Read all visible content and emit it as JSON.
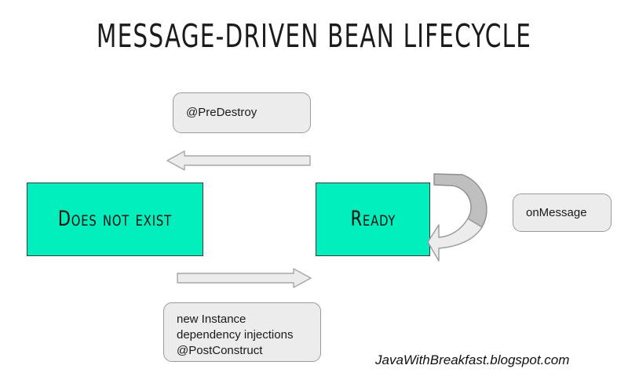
{
  "diagram": {
    "title": "MESSAGE-DRIVEN BEAN LIFECYCLE",
    "watermark": "JavaWithBreakfast.blogspot.com",
    "colors": {
      "state_fill": "#00efbd",
      "state_border": "#3a3a3a",
      "note_fill": "#ececec",
      "note_border": "#9a9a9a",
      "arrow_light_fill": "#ececec",
      "arrow_dark_fill": "#bfbfbf",
      "arrow_stroke": "#9a9a9a",
      "background": "#ffffff",
      "text": "#1a1a1a"
    },
    "states": [
      {
        "id": "does-not-exist",
        "label": "Does not exist"
      },
      {
        "id": "ready",
        "label": "Ready"
      }
    ],
    "notes": [
      {
        "id": "predestroy",
        "label": "@PreDestroy"
      },
      {
        "id": "onmessage",
        "label": "onMessage"
      },
      {
        "id": "new-instance",
        "label": "new Instance\ndependency injections\n@PostConstruct"
      }
    ],
    "transitions": [
      {
        "id": "destroy",
        "from": "ready",
        "to": "does-not-exist",
        "direction": "left",
        "note": "predestroy"
      },
      {
        "id": "create",
        "from": "does-not-exist",
        "to": "ready",
        "direction": "right",
        "note": "new-instance"
      },
      {
        "id": "loop",
        "from": "ready",
        "to": "ready",
        "direction": "self-loop",
        "note": "onmessage"
      }
    ]
  }
}
